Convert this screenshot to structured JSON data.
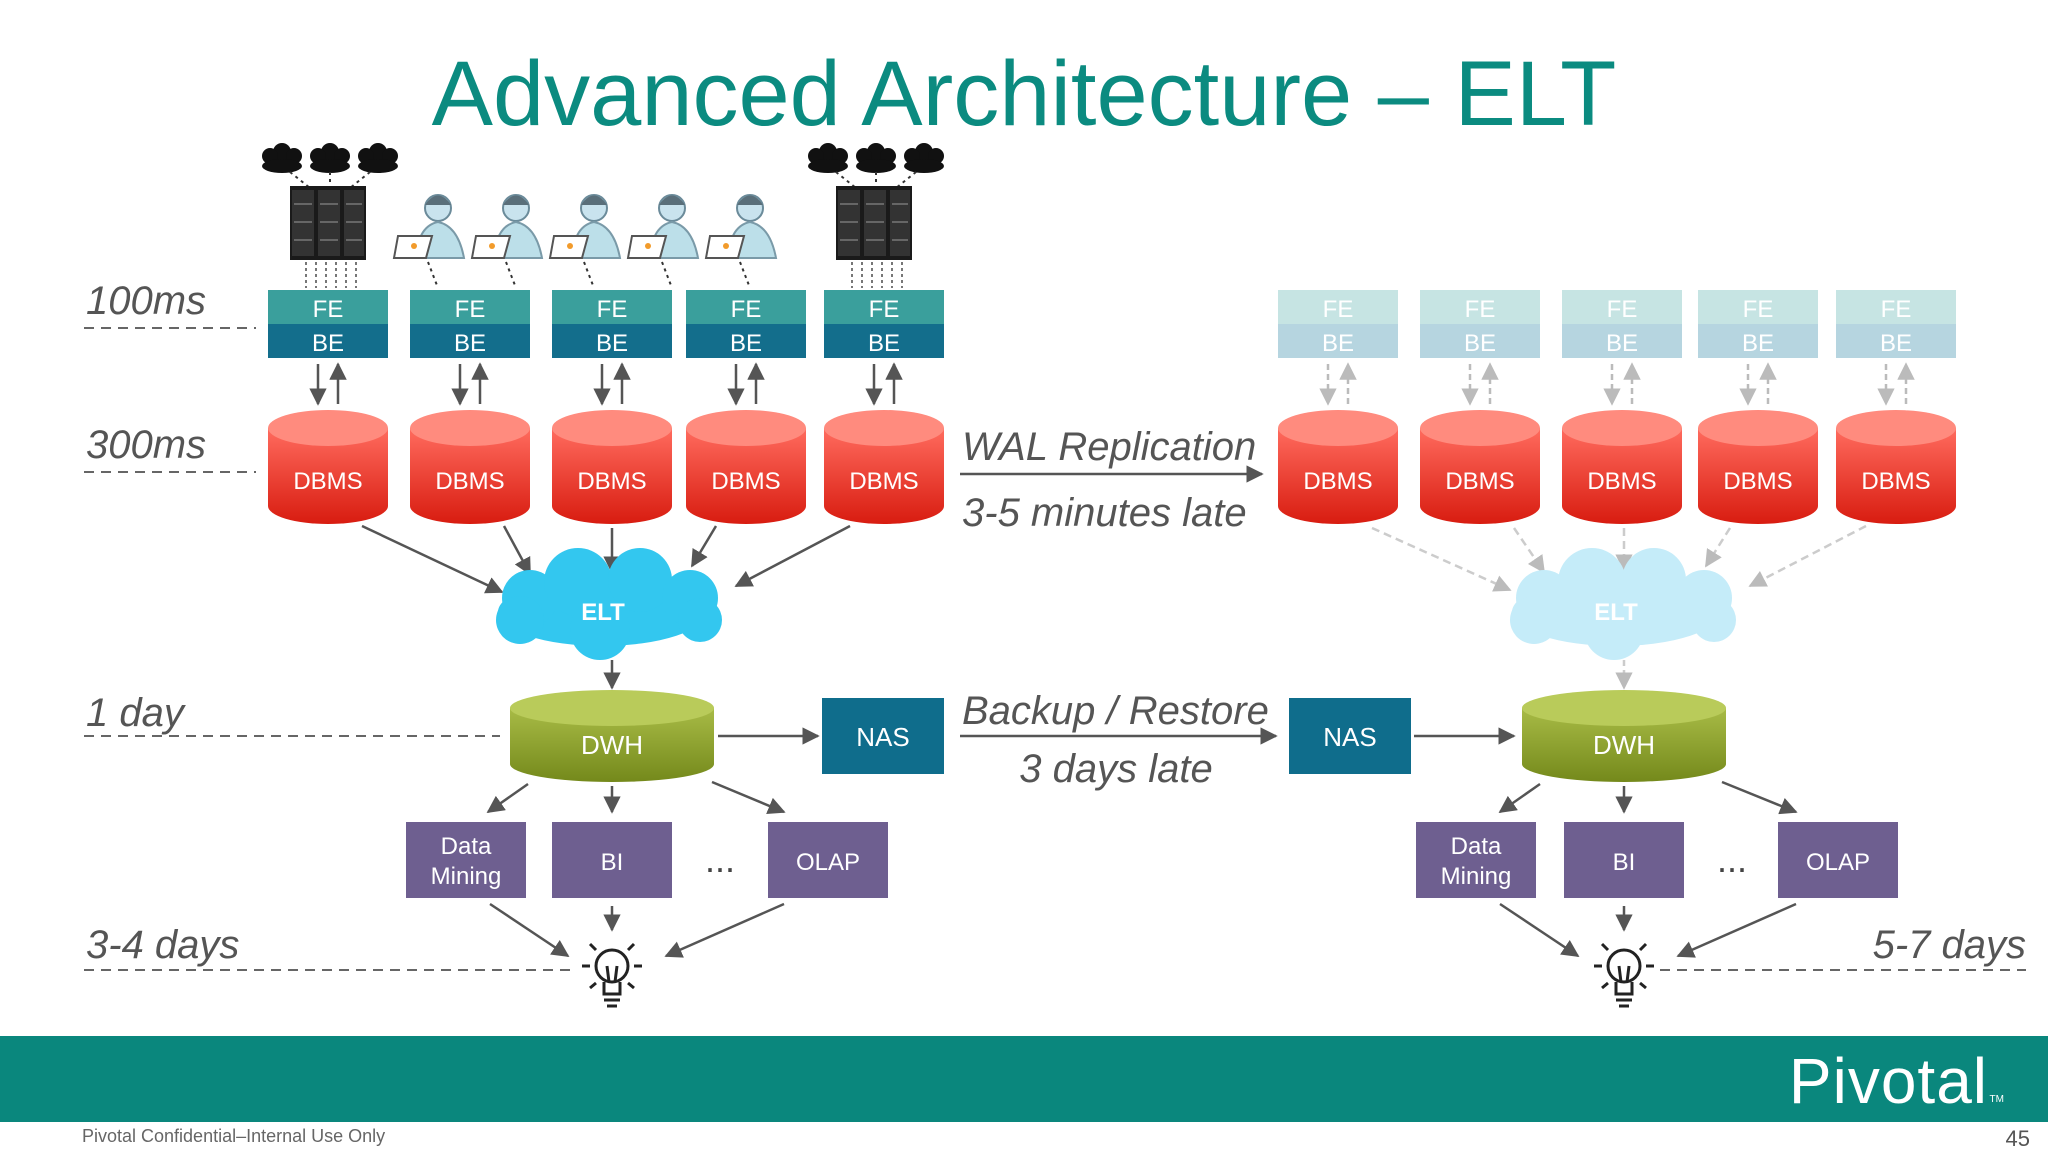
{
  "title": "Advanced Architecture – ELT",
  "latency_labels": [
    "100ms",
    "300ms",
    "1 day",
    "3-4 days",
    "5-7 days"
  ],
  "app_tier": {
    "fe_label": "FE",
    "be_label": "BE"
  },
  "dbms_label": "DBMS",
  "elt_label": "ELT",
  "dwh_label": "DWH",
  "nas_label": "NAS",
  "consumers": {
    "data_mining": [
      "Data",
      "Mining"
    ],
    "bi": "BI",
    "ellipsis": "...",
    "olap": "OLAP"
  },
  "replication": {
    "line1": "WAL Replication",
    "line2": "3-5 minutes late"
  },
  "backup": {
    "line1": "Backup / Restore",
    "line2": "3 days late"
  },
  "brand": "Pivotal",
  "brand_tm": "TM",
  "footer": {
    "confidential": "Pivotal Confidential–Internal Use Only",
    "page": "45"
  },
  "colors": {
    "teal": "#0b8b80",
    "fe": "#3a9f9c",
    "be": "#136e8c",
    "dbms": "#e8271f",
    "elt": "#33c7ef",
    "dwh": "#8ea42b",
    "nas": "#0f6d8c",
    "consumer": "#6e5f90"
  }
}
